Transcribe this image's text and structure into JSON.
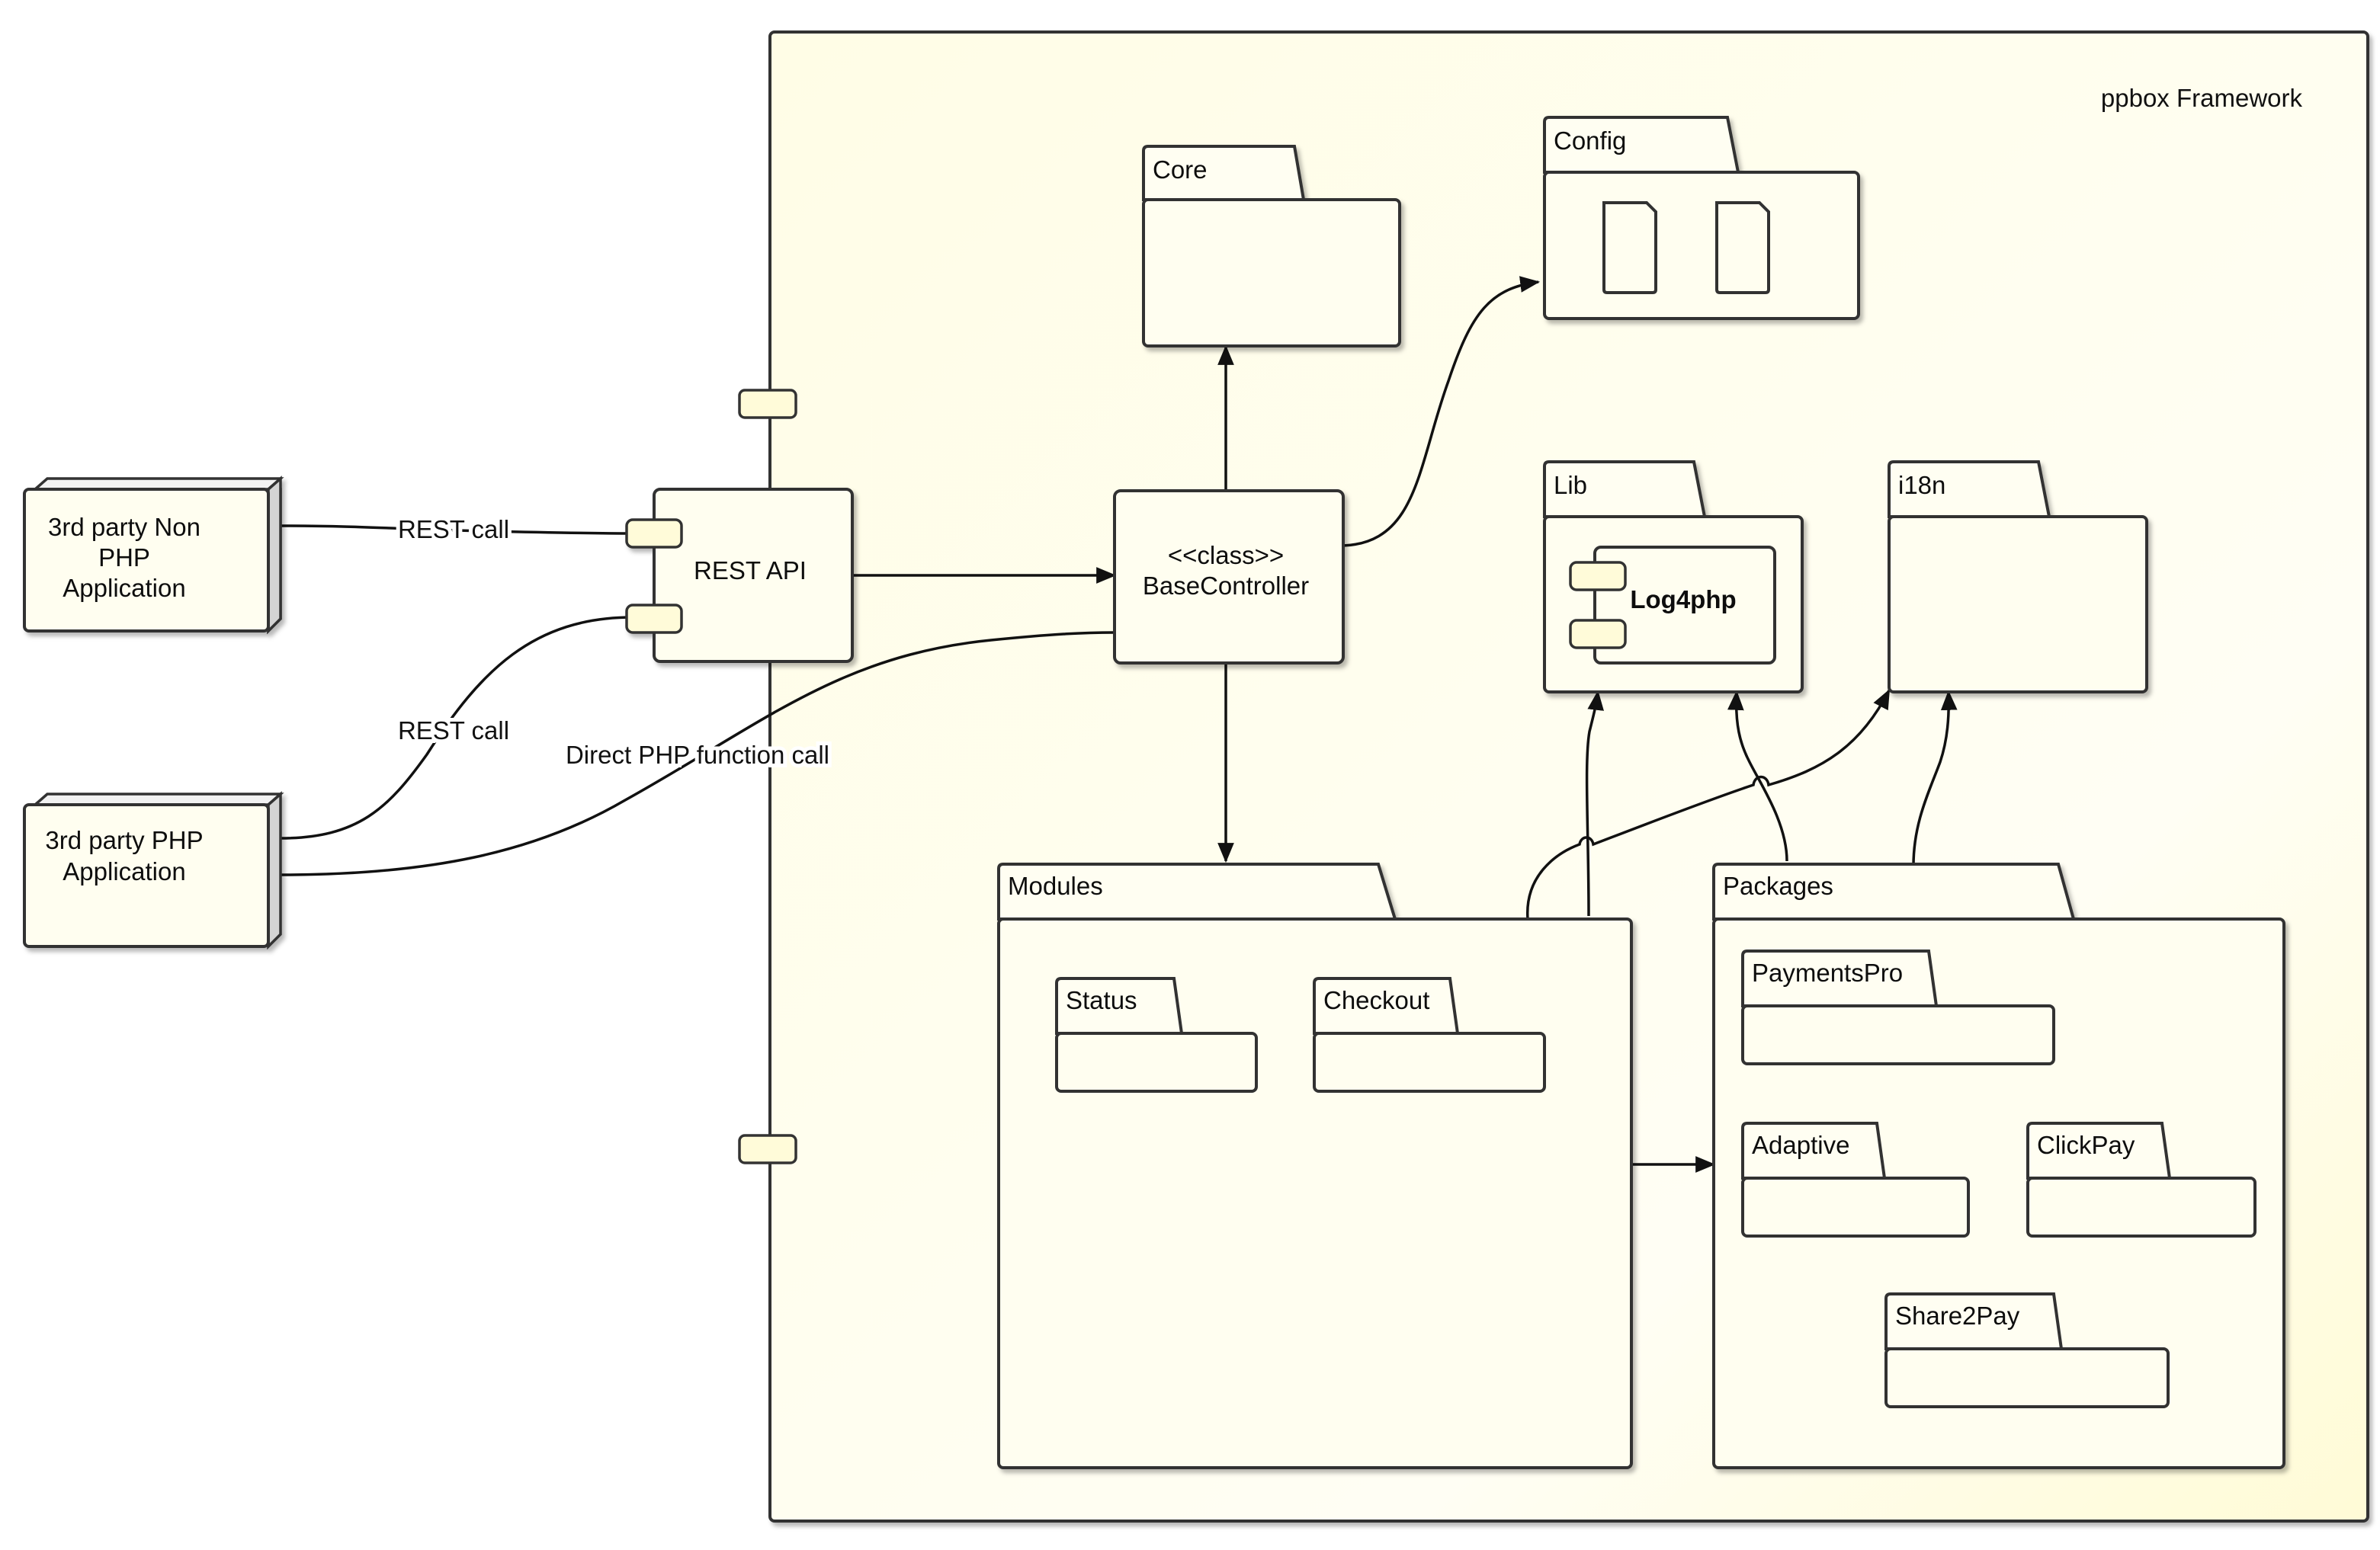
{
  "framework": {
    "title": "ppbox Framework"
  },
  "nodes": {
    "non_php_app": {
      "lines": [
        "3rd party Non",
        "PHP",
        "Application"
      ]
    },
    "php_app": {
      "lines": [
        "3rd party PHP",
        "Application"
      ]
    },
    "rest_api": {
      "label": "REST API"
    },
    "base_controller": {
      "stereotype": "<<class>>",
      "label": "BaseController"
    }
  },
  "packages": {
    "core": "Core",
    "config": "Config",
    "lib": "Lib",
    "log4php": "Log4php",
    "i18n": "i18n",
    "modules": "Modules",
    "status": "Status",
    "checkout": "Checkout",
    "packages": "Packages",
    "payments_pro": "PaymentsPro",
    "adaptive": "Adaptive",
    "clickpay": "ClickPay",
    "share2pay": "Share2Pay"
  },
  "edges": {
    "rest_call_1": "REST call",
    "rest_call_2": "REST call",
    "direct_call": "Direct PHP function call"
  }
}
